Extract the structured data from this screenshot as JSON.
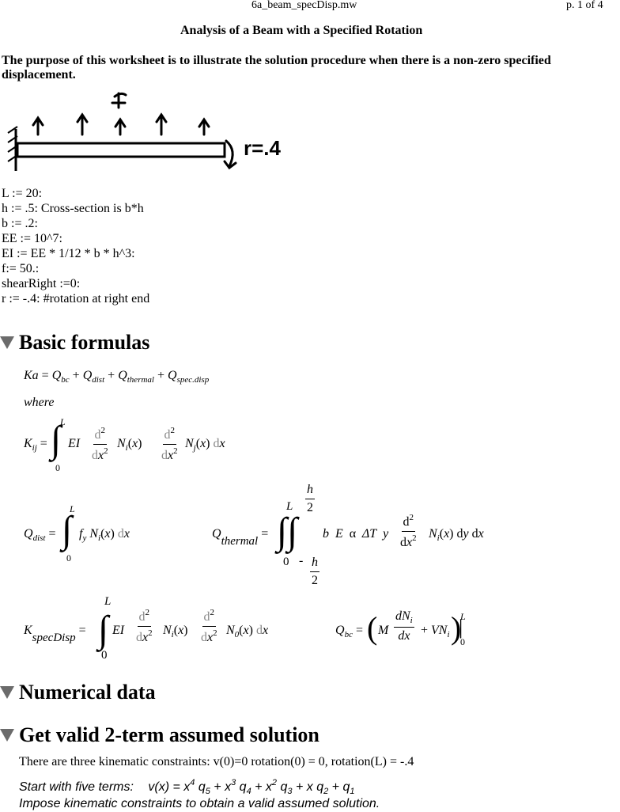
{
  "header": {
    "filename": "6a_beam_specDisp.mw",
    "page": "p. 1 of 4"
  },
  "title": "Analysis of a Beam with a Specified Rotation",
  "purpose": "The purpose of this worksheet is to illustrate the solution procedure when there is a non-zero specified displacement.",
  "figure": {
    "force_label": "f",
    "rotation_label": "r=.4"
  },
  "code_lines": [
    "L  := 20:",
    "h  := .5:  Cross-section is b*h",
    "b  := .2:",
    "EE  := 10^7:",
    "EI := EE * 1/12 * b * h^3:",
    "f:= 50.:",
    "shearRight :=0:",
    "r := -.4:   #rotation at right end"
  ],
  "sections": {
    "basic": "Basic formulas",
    "numerical": "Numerical data",
    "valid": "Get valid 2-term assumed solution"
  },
  "formulas": {
    "where": "where"
  },
  "constraints_text": "There are three kinematic constraints:  v(0)=0   rotation(0) = 0,     rotation(L) =  -.4",
  "start_text": "Start with five terms:",
  "impose_text": "Impose kinematic constraints to obtain a valid assumed solution."
}
